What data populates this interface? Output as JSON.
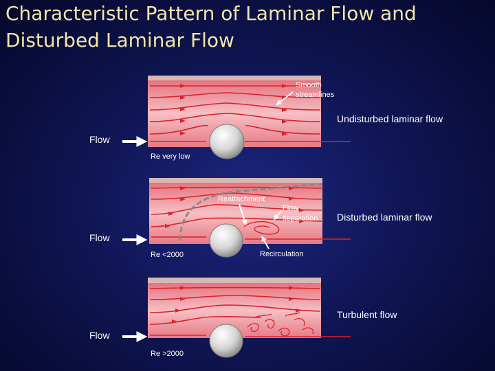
{
  "slide": {
    "title_line1": "Characteristic Pattern of Laminar Flow and",
    "title_line2": "Disturbed Laminar Flow"
  },
  "panels": [
    {
      "id": "undisturbed",
      "caption": "Undisturbed laminar flow",
      "flow_label": "Flow",
      "re_label": "Re very low",
      "annotations": [
        {
          "text_line1": "Smooth",
          "text_line2": "streamlines"
        }
      ]
    },
    {
      "id": "disturbed",
      "caption": "Disturbed laminar flow",
      "flow_label": "Flow",
      "re_label": "Re <2000",
      "annotations": [
        {
          "text_line1": "Reattachment"
        },
        {
          "text_line1": "Flow",
          "text_line2": "separation"
        },
        {
          "text_line1": "Recirculation"
        }
      ]
    },
    {
      "id": "turbulent",
      "caption": "Turbulent flow",
      "flow_label": "Flow",
      "re_label": "Re >2000",
      "annotations": []
    }
  ],
  "colors": {
    "background": "#101655",
    "title": "#f2e6a8",
    "vessel_fill": "#f0a3ab",
    "vessel_wall": "#d7b8b2",
    "streamline": "#d8232a",
    "flow_arrow": "#ffffff",
    "sphere": "#d9d9d9"
  }
}
